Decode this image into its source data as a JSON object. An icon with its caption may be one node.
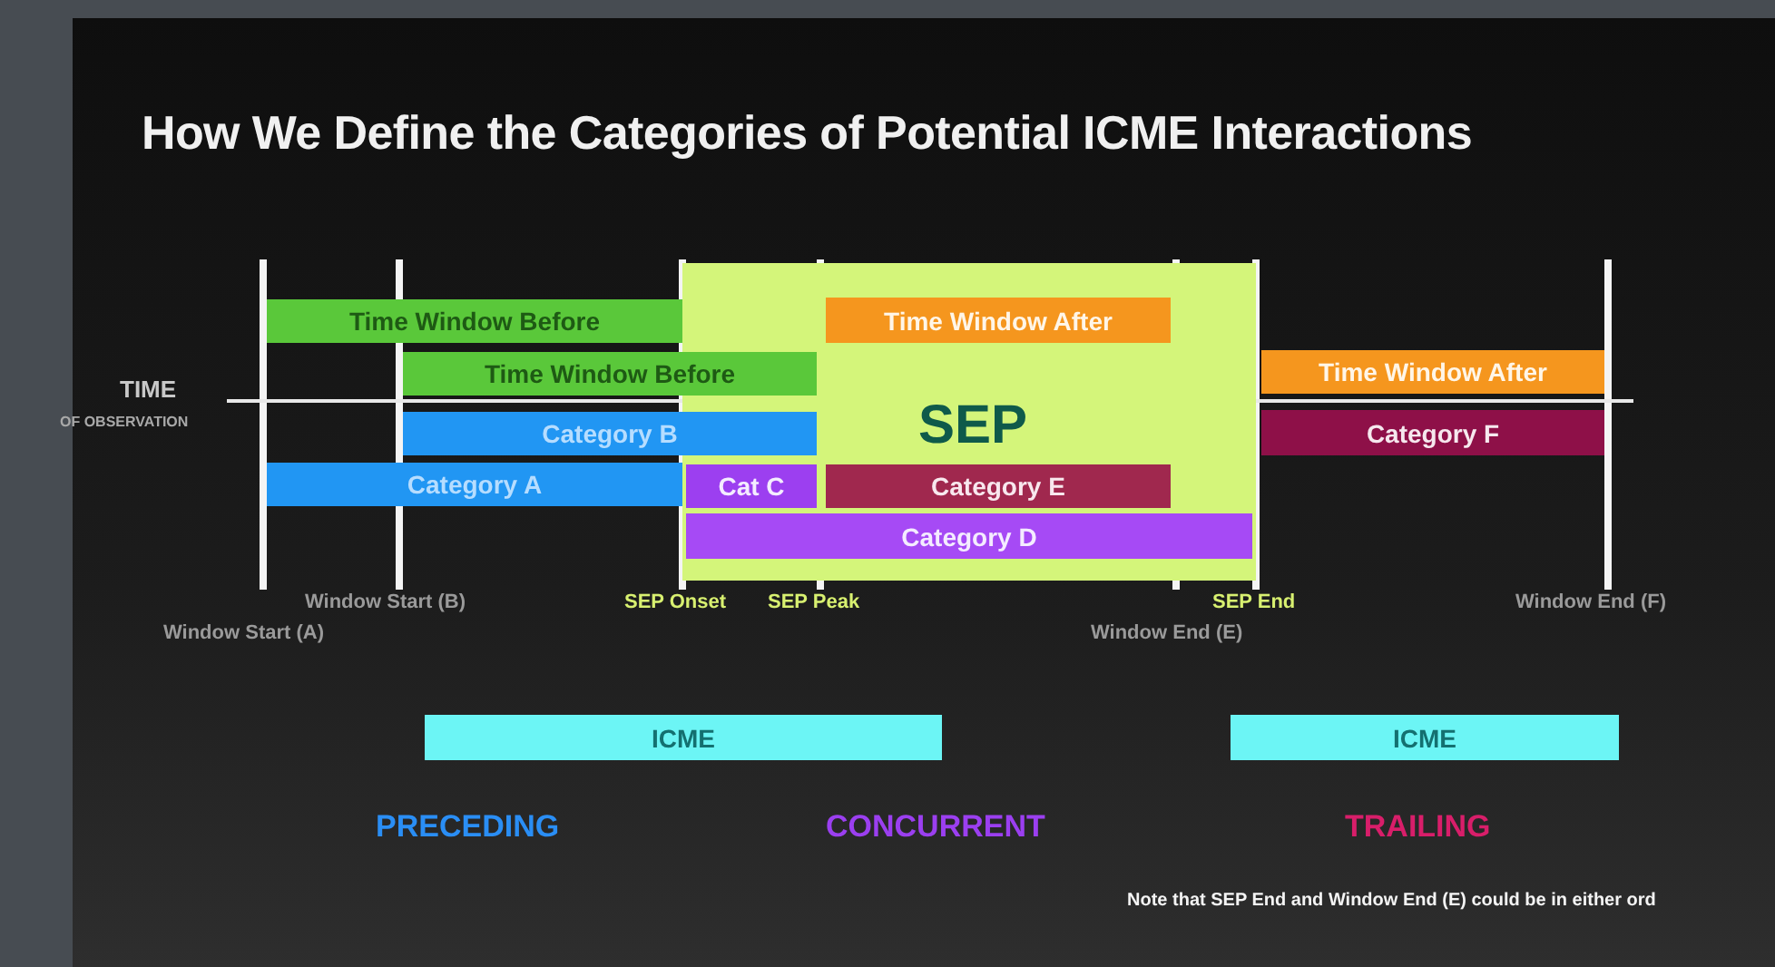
{
  "diagram": {
    "title": "How We Define the Categories of Potential ICME Interactions",
    "nodes": [
      {
        "text": [
          "SEP"
        ]
      },
      {
        "text": [
          "Time Window Before"
        ]
      },
      {
        "text": [
          "Time Window After"
        ],
        "in": 0
      },
      {
        "text": [
          "Time Window Before"
        ]
      },
      {
        "text": [
          "Time Window After"
        ]
      },
      {
        "text": [
          "Category B"
        ]
      },
      {
        "text": [
          "Category F"
        ]
      },
      {
        "text": [
          "Category A"
        ]
      },
      {
        "text": [
          "Cat C"
        ],
        "in": 0
      },
      {
        "text": [
          "Category E"
        ],
        "in": 0
      },
      {
        "text": [
          "Category D"
        ],
        "in": 0
      },
      {
        "text": [
          "ICME"
        ]
      },
      {
        "text": [
          "ICME"
        ]
      }
    ],
    "labels": [
      "TIME",
      "OF OBSERVATION",
      "Window Start (B)",
      "SEP Onset",
      "SEP Peak",
      "SEP End",
      "Window End (F)",
      "Window Start (A)",
      "Window End (E)",
      "PRECEDING",
      "CONCURRENT",
      "TRAILING",
      "Note that SEP End and Window End (E) could be in either ord"
    ]
  }
}
